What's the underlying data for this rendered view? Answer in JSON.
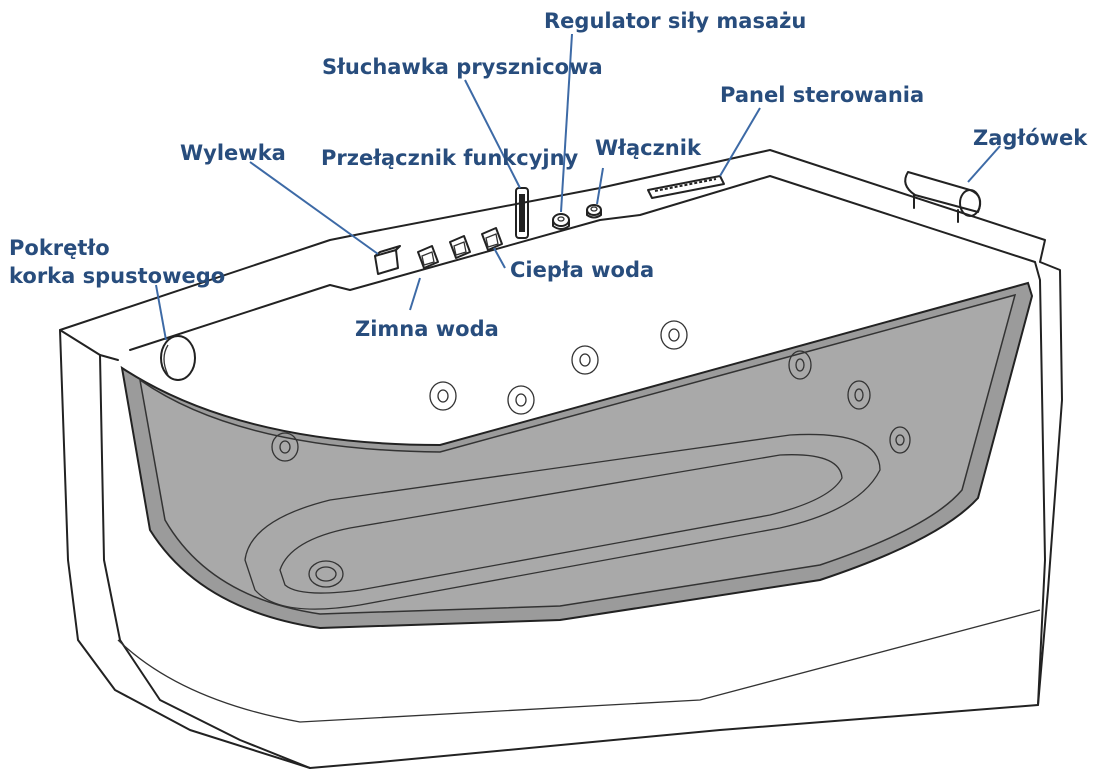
{
  "diagram": {
    "labels": {
      "regulator": "Regulator siły masażu",
      "sluchawka": "Słuchawka prysznicowa",
      "panel": "Panel sterowania",
      "zaglowek": "Zagłówek",
      "wylewka": "Wylewka",
      "przelacznik": "Przełącznik funkcyjny",
      "wlacznik": "Włącznik",
      "pokretlo_line1": "Pokrętło",
      "pokretlo_line2": "korka spustowego",
      "ciepla": "Ciepła woda",
      "zimna": "Zimna woda"
    },
    "colors": {
      "label_text": "#284d7d",
      "leader_line": "#3d6aa6",
      "glass_panel": "#9b9b9b",
      "outline": "#222222",
      "background": "#ffffff"
    }
  }
}
